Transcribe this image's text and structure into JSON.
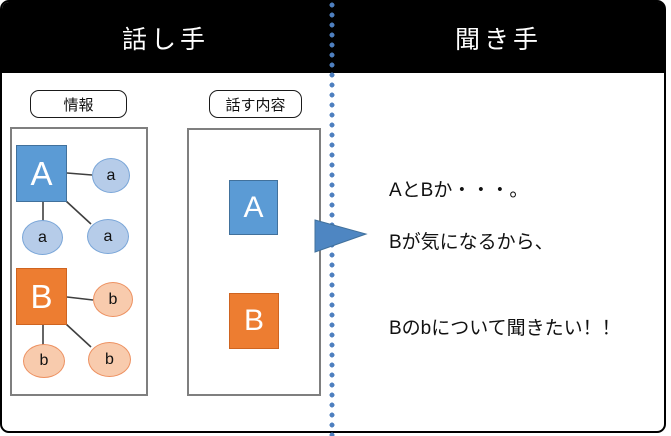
{
  "header": {
    "speaker_title": "話し手",
    "listener_title": "聞き手"
  },
  "speaker_panel": {
    "info_label": "情報",
    "content_label": "話す内容",
    "knowledge_graph": {
      "A_node": "A",
      "a_satellites": [
        "a",
        "a",
        "a"
      ],
      "B_node": "B",
      "b_satellites": [
        "b",
        "b",
        "b"
      ]
    },
    "speech_content": {
      "first": "A",
      "second": "B"
    }
  },
  "listener_panel": {
    "thoughts": [
      "AとBか・・・。",
      "Bが気になるから、",
      "Bのbについて聞きたい！！"
    ]
  },
  "colors": {
    "header_bg": "#000000",
    "header_text": "#ffffff",
    "blue_node": "#5b9bd5",
    "blue_node_border": "#41719c",
    "blue_satellite": "#b6cce9",
    "blue_satellite_border": "#7aa6d8",
    "orange_node": "#ed7d31",
    "orange_node_border": "#cf6420",
    "orange_satellite": "#f8cbad",
    "orange_satellite_border": "#ed9161",
    "divider_dot": "#4e7fbf",
    "arrow_fill": "#4e86c2",
    "frame_border": "#7f7f7f",
    "connector_line": "#3f3f3f"
  }
}
